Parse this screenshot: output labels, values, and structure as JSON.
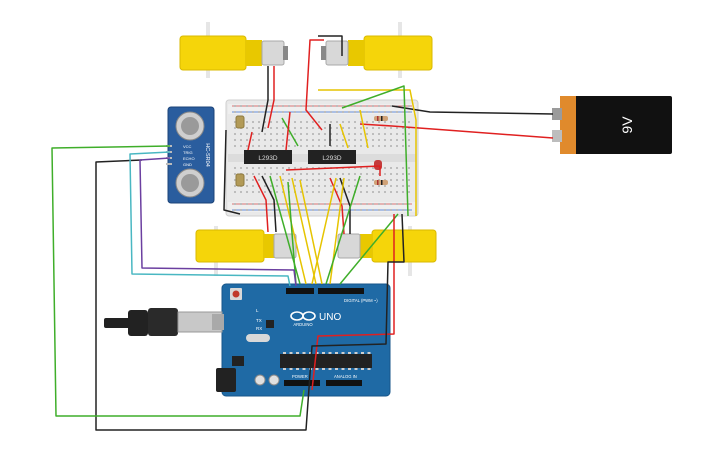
{
  "colors": {
    "wire_red": "#e02020",
    "wire_black": "#222222",
    "wire_green": "#3fae2a",
    "wire_yellow": "#e6c400",
    "wire_purple": "#6b3fa0",
    "wire_cyan": "#49b7c2",
    "arduino_blue": "#1f6aa5",
    "motor_yellow": "#f5d50a",
    "sensor_blue": "#2a5d9e",
    "battery_black": "#111111",
    "battery_orange": "#e08a2c"
  },
  "components": {
    "battery": {
      "label": "9V"
    },
    "ultrasonic": {
      "label": "HC-SR04",
      "pins": [
        "VCC",
        "TRIG",
        "ECHO",
        "GND"
      ]
    },
    "driver_left": {
      "label": "L293D"
    },
    "driver_right": {
      "label": "L293D"
    },
    "arduino": {
      "model": "UNO",
      "brand": "ARDUINO",
      "digital_label": "DIGITAL (PWM ~)",
      "analog_label": "ANALOG IN",
      "power_label": "POWER",
      "tx": "TX",
      "rx": "RX",
      "l_led": "L"
    }
  },
  "icons": {
    "usb": "usb-plug-icon",
    "infinity": "infinity-logo-icon"
  }
}
